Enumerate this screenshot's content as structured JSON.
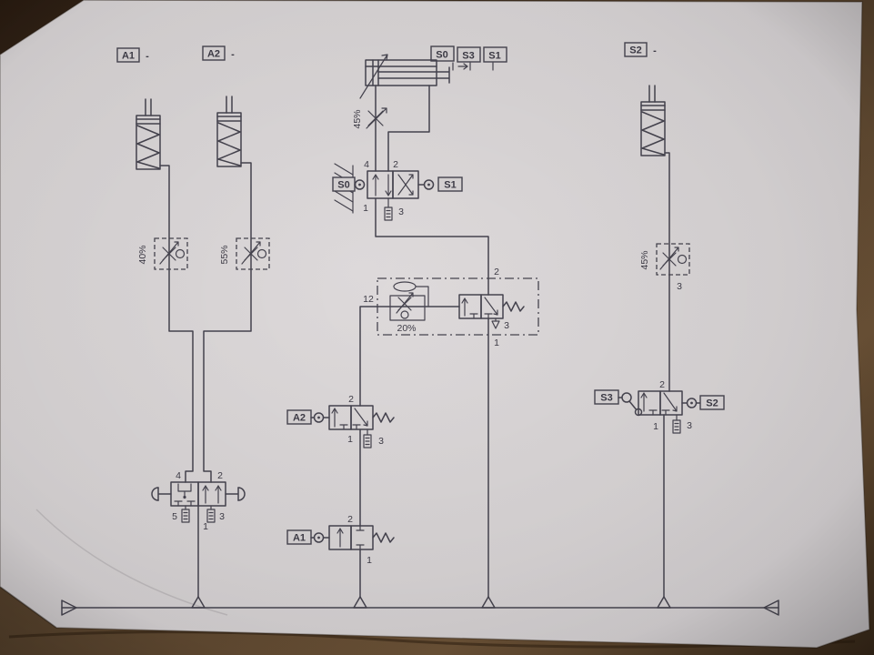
{
  "colors": {
    "ink": "#45434e",
    "paper": "#d8d4d5",
    "wood": "#4a3423"
  },
  "tag_row": {
    "a1": "A1",
    "a1_mark": "-",
    "a2": "A2",
    "a2_mark": "-",
    "s0": "S0",
    "s3": "S3",
    "s1": "S1",
    "s2": "S2",
    "s2_mark": "-"
  },
  "main_valve": {
    "port_4": "4",
    "port_2": "2",
    "port_1": "1",
    "port_3": "3",
    "left_tag": "S0",
    "right_tag": "S1"
  },
  "inline_throttle": {
    "value": "45%"
  },
  "flow_control_left_a1": {
    "value": "40%"
  },
  "flow_control_left_a2": {
    "value": "55%"
  },
  "flow_control_right": {
    "value": "45%",
    "port": "3"
  },
  "timer": {
    "port_12": "12",
    "port_2": "2",
    "port_1": "1",
    "port_3": "3",
    "flow_value": "20%"
  },
  "valve_a2": {
    "tag": "A2",
    "port_2": "2",
    "port_1": "1",
    "port_3": "3"
  },
  "valve_a1": {
    "tag": "A1",
    "port_2": "2",
    "port_1": "1"
  },
  "valve_52": {
    "port_4": "4",
    "port_2": "2",
    "port_5": "5",
    "port_1": "1",
    "port_3": "3"
  },
  "valve_s3": {
    "left_tag": "S3",
    "right_tag": "S2",
    "port_2": "2",
    "port_1": "1",
    "port_3": "3"
  }
}
